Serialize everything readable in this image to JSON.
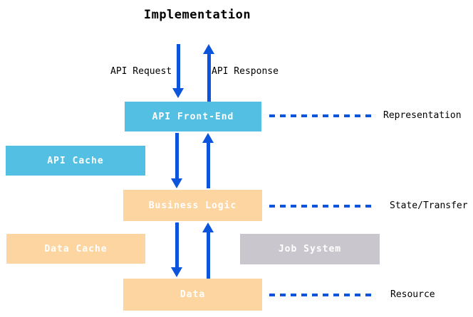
{
  "title": "Implementation",
  "top_flow": {
    "request_label": "API Request",
    "response_label": "API Response"
  },
  "layers": [
    {
      "label": "API Front-End",
      "annotation": "Representation",
      "color": "#53BFE3"
    },
    {
      "label": "Business Logic",
      "annotation": "State/Transfer",
      "color": "#FCD5A1"
    },
    {
      "label": "Data",
      "annotation": "Resource",
      "color": "#FCD5A1"
    }
  ],
  "side_boxes": [
    {
      "label": "API Cache",
      "color": "#53BFE3"
    },
    {
      "label": "Data Cache",
      "color": "#FCD5A1"
    },
    {
      "label": "Job System",
      "color": "#C9C7CD"
    }
  ],
  "icons": {
    "down_arrow": "arrow-down-icon",
    "up_arrow": "arrow-up-icon",
    "dashed_connector": "dashed-line"
  },
  "colors": {
    "arrow_blue": "#0B54DB",
    "dash_blue": "#0B54DB",
    "box_blue": "#53BFE3",
    "box_orange": "#FCD5A1",
    "box_gray": "#C9C7CD",
    "box_text": "#FFFFFF",
    "text": "#000000",
    "background": "#FFFFFF"
  }
}
